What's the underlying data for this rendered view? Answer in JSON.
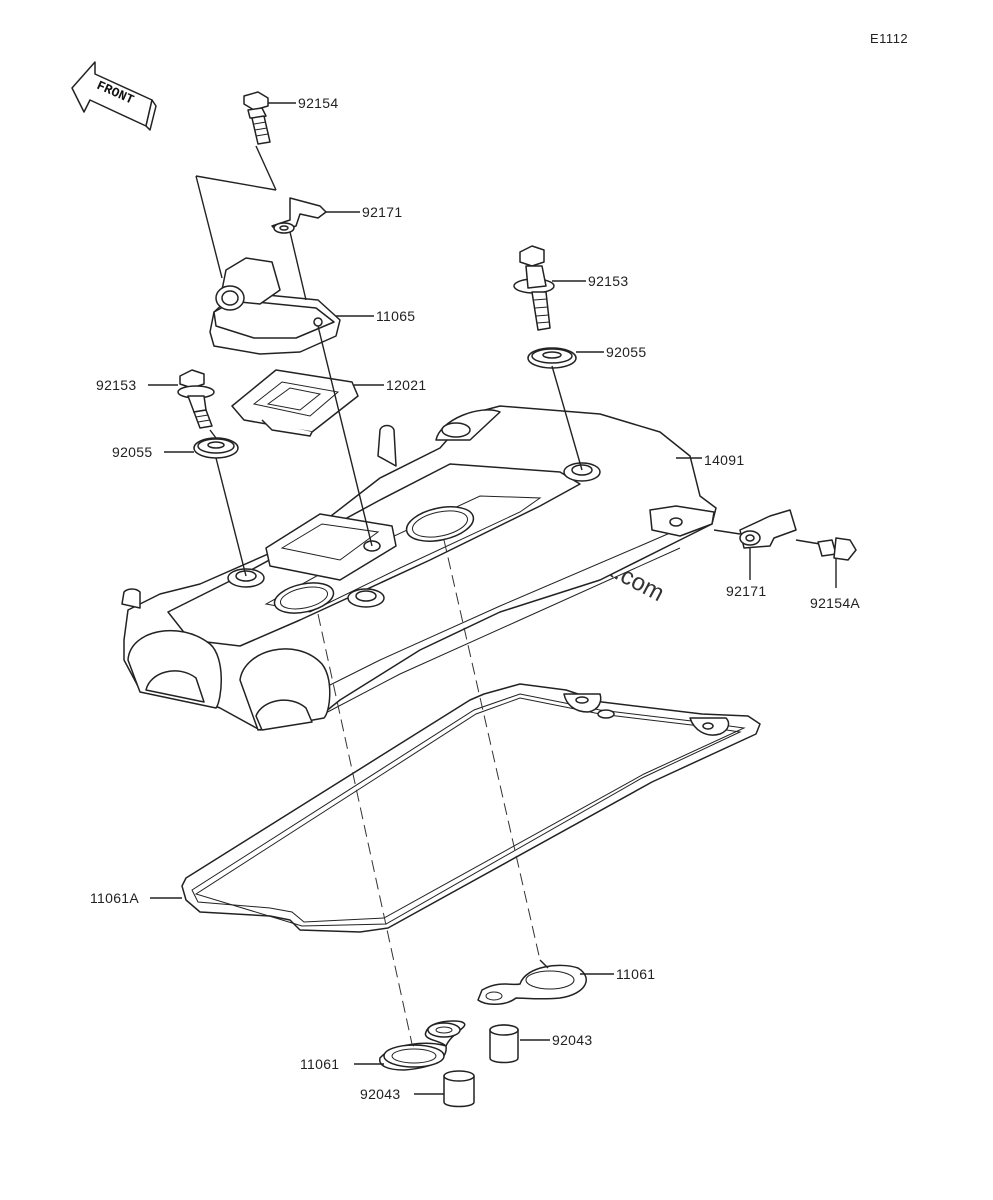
{
  "diagram_code": "E1112",
  "front_arrow_label": "FRONT",
  "watermark": "© Partzilla.com",
  "parts": [
    {
      "id": "p92154",
      "label": "92154",
      "name": "bolt-top"
    },
    {
      "id": "p92171a",
      "label": "92171",
      "name": "clamp-top"
    },
    {
      "id": "p11065",
      "label": "11065",
      "name": "breather-cover"
    },
    {
      "id": "p12021",
      "label": "12021",
      "name": "breather-plate"
    },
    {
      "id": "p92153a",
      "label": "92153",
      "name": "bolt-left"
    },
    {
      "id": "p92055a",
      "label": "92055",
      "name": "washer-left"
    },
    {
      "id": "p92153b",
      "label": "92153",
      "name": "bolt-right"
    },
    {
      "id": "p92055b",
      "label": "92055",
      "name": "washer-right"
    },
    {
      "id": "p14091",
      "label": "14091",
      "name": "cylinder-head-cover"
    },
    {
      "id": "p92171b",
      "label": "92171",
      "name": "clamp-right"
    },
    {
      "id": "p92154A",
      "label": "92154A",
      "name": "bolt-right-small"
    },
    {
      "id": "p11061A",
      "label": "11061A",
      "name": "head-cover-gasket"
    },
    {
      "id": "p11061a",
      "label": "11061",
      "name": "plug-gasket-right"
    },
    {
      "id": "p92043a",
      "label": "92043",
      "name": "collar-right"
    },
    {
      "id": "p11061b",
      "label": "11061",
      "name": "plug-gasket-left"
    },
    {
      "id": "p92043b",
      "label": "92043",
      "name": "collar-left"
    }
  ]
}
